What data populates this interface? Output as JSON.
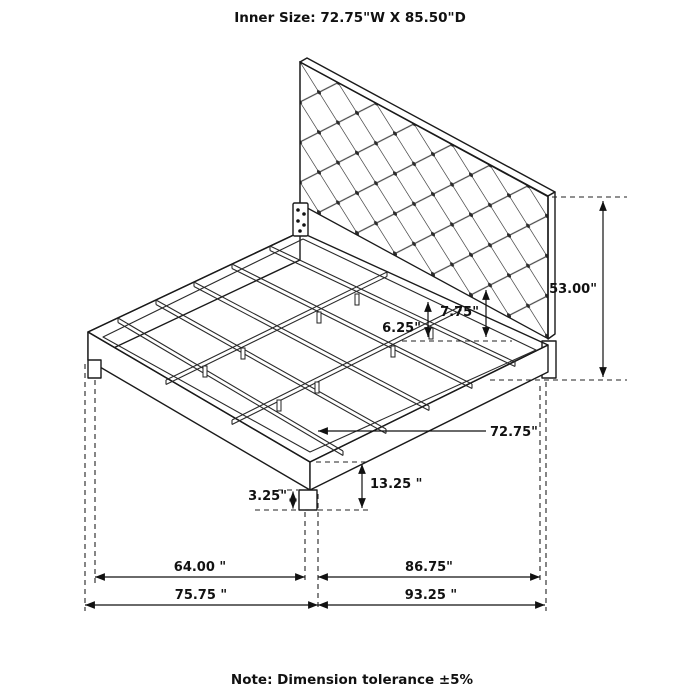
{
  "header": {
    "title": "Inner Size: 72.75\"W X 85.50\"D"
  },
  "footer": {
    "note": "Note: Dimension tolerance ±5%"
  },
  "dimensions": {
    "headboard_height": "53.00\"",
    "rail_top_height": "7.75\"",
    "slat_top_height": "6.25\"",
    "inner_slat_width": "72.75\"",
    "foot_leg_height": "3.25\"",
    "footboard_height": "13.25 \"",
    "foot_inner_width": "64.00 \"",
    "side_inner_depth": "86.75\"",
    "overall_width": "75.75 \"",
    "overall_depth": "93.25 \""
  },
  "colors": {
    "line": "#1a1a1a",
    "background": "#ffffff"
  }
}
